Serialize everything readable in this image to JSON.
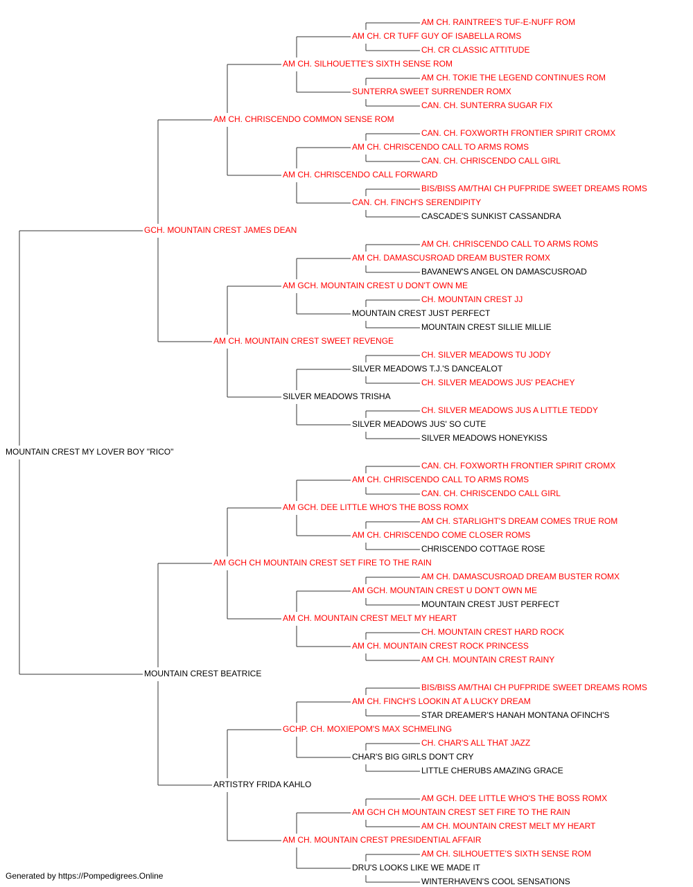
{
  "colors": {
    "champion": "#ff0000",
    "regular": "#000000",
    "line": "#333333"
  },
  "footer": "Generated by https://Pompedigrees.Online",
  "pedigree": {
    "name": "MOUNTAIN CREST MY LOVER BOY \"RICO\"",
    "ch": false,
    "sire": {
      "name": "GCH. MOUNTAIN CREST JAMES DEAN",
      "ch": true,
      "sire": {
        "name": "AM CH. CHRISCENDO COMMON SENSE ROM",
        "ch": true,
        "sire": {
          "name": "AM CH. SILHOUETTE'S SIXTH SENSE ROM",
          "ch": true,
          "sire": {
            "name": "AM CH. CR TUFF GUY OF ISABELLA ROMS",
            "ch": true,
            "sire": {
              "name": "AM CH. RAINTREE'S TUF-E-NUFF ROM",
              "ch": true
            },
            "dam": {
              "name": "CH. CR CLASSIC ATTITUDE",
              "ch": true
            }
          },
          "dam": {
            "name": "SUNTERRA SWEET SURRENDER ROMX",
            "ch": true,
            "sire": {
              "name": "AM CH. TOKIE THE LEGEND CONTINUES ROM",
              "ch": true
            },
            "dam": {
              "name": "CAN. CH. SUNTERRA SUGAR FIX",
              "ch": true
            }
          }
        },
        "dam": {
          "name": "AM CH. CHRISCENDO CALL FORWARD",
          "ch": true,
          "sire": {
            "name": "AM CH. CHRISCENDO CALL TO ARMS ROMS",
            "ch": true,
            "sire": {
              "name": "CAN. CH. FOXWORTH FRONTIER SPIRIT CROMX",
              "ch": true
            },
            "dam": {
              "name": "CAN. CH. CHRISCENDO CALL GIRL",
              "ch": true
            }
          },
          "dam": {
            "name": "CAN. CH. FINCH'S SERENDIPITY",
            "ch": true,
            "sire": {
              "name": "BIS/BISS AM/THAI CH PUFPRIDE SWEET DREAMS ROMS",
              "ch": true
            },
            "dam": {
              "name": "CASCADE'S SUNKIST CASSANDRA",
              "ch": false
            }
          }
        }
      },
      "dam": {
        "name": "AM CH. MOUNTAIN CREST SWEET REVENGE",
        "ch": true,
        "sire": {
          "name": "AM GCH. MOUNTAIN CREST U DON'T OWN ME",
          "ch": true,
          "sire": {
            "name": "AM CH. DAMASCUSROAD DREAM BUSTER ROMX",
            "ch": true,
            "sire": {
              "name": "AM CH. CHRISCENDO CALL TO ARMS ROMS",
              "ch": true
            },
            "dam": {
              "name": "BAVANEW'S ANGEL ON DAMASCUSROAD",
              "ch": false
            }
          },
          "dam": {
            "name": "MOUNTAIN CREST JUST PERFECT",
            "ch": false,
            "sire": {
              "name": "CH. MOUNTAIN CREST JJ",
              "ch": true
            },
            "dam": {
              "name": "MOUNTAIN CREST SILLIE MILLIE",
              "ch": false
            }
          }
        },
        "dam": {
          "name": "SILVER MEADOWS TRISHA",
          "ch": false,
          "sire": {
            "name": "SILVER MEADOWS T.J.'S DANCEALOT",
            "ch": false,
            "sire": {
              "name": "CH. SILVER MEADOWS TU JODY",
              "ch": true
            },
            "dam": {
              "name": "CH. SILVER MEADOWS JUS' PEACHEY",
              "ch": true
            }
          },
          "dam": {
            "name": "SILVER MEADOWS JUS' SO CUTE",
            "ch": false,
            "sire": {
              "name": "CH. SILVER MEADOWS JUS A LITTLE TEDDY",
              "ch": true
            },
            "dam": {
              "name": "SILVER MEADOWS HONEYKISS",
              "ch": false
            }
          }
        }
      }
    },
    "dam": {
      "name": "MOUNTAIN CREST BEATRICE",
      "ch": false,
      "sire": {
        "name": "AM GCH CH MOUNTAIN CREST SET FIRE TO THE RAIN",
        "ch": true,
        "sire": {
          "name": "AM GCH. DEE LITTLE WHO'S THE BOSS ROMX",
          "ch": true,
          "sire": {
            "name": "AM CH. CHRISCENDO CALL TO ARMS ROMS",
            "ch": true,
            "sire": {
              "name": "CAN. CH. FOXWORTH FRONTIER SPIRIT CROMX",
              "ch": true
            },
            "dam": {
              "name": "CAN. CH. CHRISCENDO CALL GIRL",
              "ch": true
            }
          },
          "dam": {
            "name": "AM CH. CHRISCENDO COME CLOSER ROMS",
            "ch": true,
            "sire": {
              "name": "AM CH. STARLIGHT'S DREAM COMES TRUE ROM",
              "ch": true
            },
            "dam": {
              "name": "CHRISCENDO COTTAGE ROSE",
              "ch": false
            }
          }
        },
        "dam": {
          "name": "AM CH. MOUNTAIN CREST MELT MY HEART",
          "ch": true,
          "sire": {
            "name": "AM GCH. MOUNTAIN CREST U DON'T OWN ME",
            "ch": true,
            "sire": {
              "name": "AM CH. DAMASCUSROAD DREAM BUSTER ROMX",
              "ch": true
            },
            "dam": {
              "name": "MOUNTAIN CREST JUST PERFECT",
              "ch": false
            }
          },
          "dam": {
            "name": "AM CH. MOUNTAIN CREST ROCK PRINCESS",
            "ch": true,
            "sire": {
              "name": "CH. MOUNTAIN CREST HARD ROCK",
              "ch": true
            },
            "dam": {
              "name": "AM CH. MOUNTAIN CREST RAINY",
              "ch": true
            }
          }
        }
      },
      "dam": {
        "name": "ARTISTRY FRIDA KAHLO",
        "ch": false,
        "sire": {
          "name": "GCHP. CH. MOXIEPOM'S MAX SCHMELING",
          "ch": true,
          "sire": {
            "name": "AM CH. FINCH'S LOOKIN AT A LUCKY DREAM",
            "ch": true,
            "sire": {
              "name": "BIS/BISS AM/THAI CH PUFPRIDE SWEET DREAMS ROMS",
              "ch": true
            },
            "dam": {
              "name": "STAR DREAMER'S HANAH MONTANA OFINCH'S",
              "ch": false
            }
          },
          "dam": {
            "name": "CHAR'S BIG GIRLS DON'T CRY",
            "ch": false,
            "sire": {
              "name": "CH. CHAR'S ALL THAT JAZZ",
              "ch": true
            },
            "dam": {
              "name": "LITTLE CHERUBS AMAZING GRACE",
              "ch": false
            }
          }
        },
        "dam": {
          "name": "AM CH. MOUNTAIN CREST PRESIDENTIAL AFFAIR",
          "ch": true,
          "sire": {
            "name": "AM GCH CH MOUNTAIN CREST SET FIRE TO THE RAIN",
            "ch": true,
            "sire": {
              "name": "AM GCH. DEE LITTLE WHO'S THE BOSS ROMX",
              "ch": true
            },
            "dam": {
              "name": "AM CH. MOUNTAIN CREST MELT MY HEART",
              "ch": true
            }
          },
          "dam": {
            "name": "DRU'S LOOKS LIKE WE MADE IT",
            "ch": false,
            "sire": {
              "name": "AM CH. SILHOUETTE'S SIXTH SENSE ROM",
              "ch": true
            },
            "dam": {
              "name": "WINTERHAVEN'S COOL SENSATIONS",
              "ch": false
            }
          }
        }
      }
    }
  }
}
